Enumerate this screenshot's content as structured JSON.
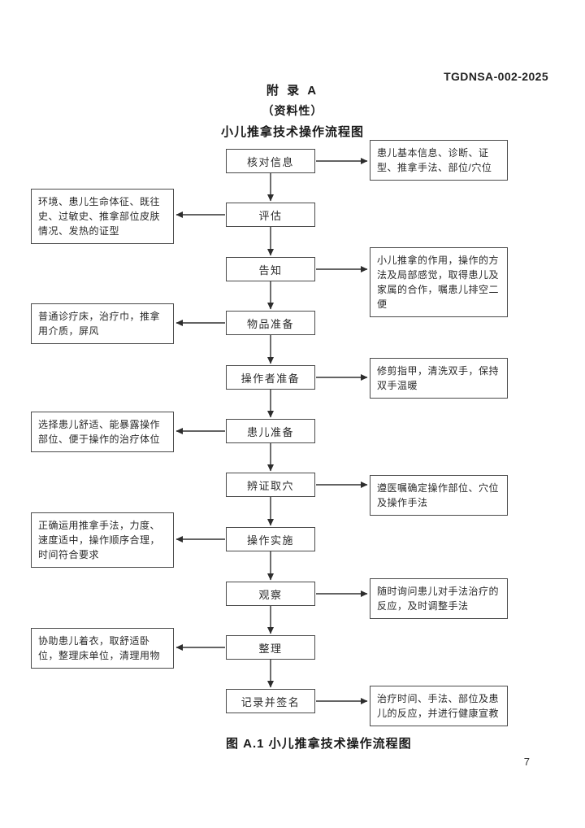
{
  "header": {
    "standard_number": "TGDNSA-002-2025"
  },
  "titles": {
    "appendix": "附 录 A",
    "type": "（资料性）",
    "subject": "小儿推拿技术操作流程图"
  },
  "flow": {
    "steps": [
      "核对信息",
      "评估",
      "告知",
      "物品准备",
      "操作者准备",
      "患儿准备",
      "辨证取穴",
      "操作实施",
      "观察",
      "整理",
      "记录并签名"
    ],
    "right_notes": [
      "患儿基本信息、诊断、证型、推拿手法、部位/穴位",
      "小儿推拿的作用，操作的方法及局部感觉，取得患儿及家属的合作，嘱患儿排空二便",
      "修剪指甲，清洗双手，保持双手温暖",
      "遵医嘱确定操作部位、穴位及操作手法",
      "随时询问患儿对手法治疗的反应，及时调整手法",
      "治疗时间、手法、部位及患儿的反应，并进行健康宣教"
    ],
    "left_notes": [
      "环境、患儿生命体征、既往史、过敏史、推拿部位皮肤情况、发热的证型",
      "普通诊疗床，治疗巾，推拿用介质，屏风",
      "选择患儿舒适、能暴露操作部位、便于操作的治疗体位",
      "正确运用推拿手法，力度、速度适中，操作顺序合理，时间符合要求",
      "协助患儿着衣，取舒适卧位，整理床单位，清理用物"
    ],
    "line_color": "#303030",
    "box_border_color": "#4a4a4a"
  },
  "caption": "图 A.1 小儿推拿技术操作流程图",
  "footer": {
    "page_number": "7"
  }
}
